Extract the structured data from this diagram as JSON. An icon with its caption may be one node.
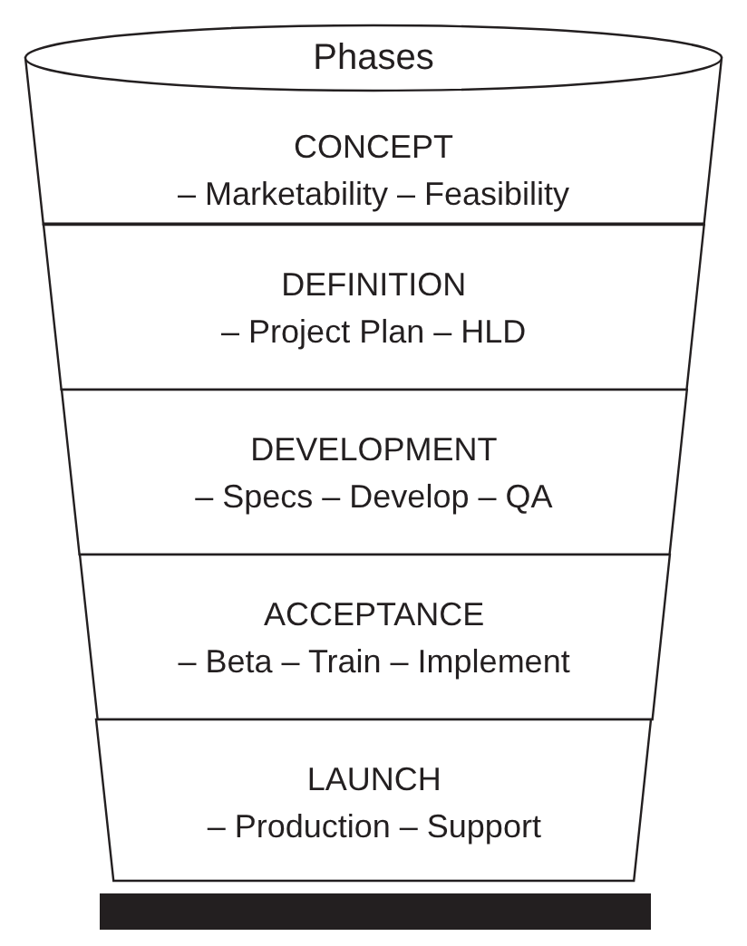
{
  "diagram": {
    "nodes": [
      {
        "text": [
          "Phases"
        ]
      },
      {
        "text": [
          "CONCEPT",
          "– Marketability – Feasibility"
        ]
      },
      {
        "text": [
          "DEFINITION",
          "– Project Plan – HLD"
        ]
      },
      {
        "text": [
          "DEVELOPMENT",
          "– Specs – Develop – QA"
        ]
      },
      {
        "text": [
          "ACCEPTANCE",
          "– Beta – Train – Implement"
        ]
      },
      {
        "text": [
          "LAUNCH",
          "– Production – Support"
        ]
      },
      {
        "text": [],
        "shape": "bar"
      }
    ]
  }
}
